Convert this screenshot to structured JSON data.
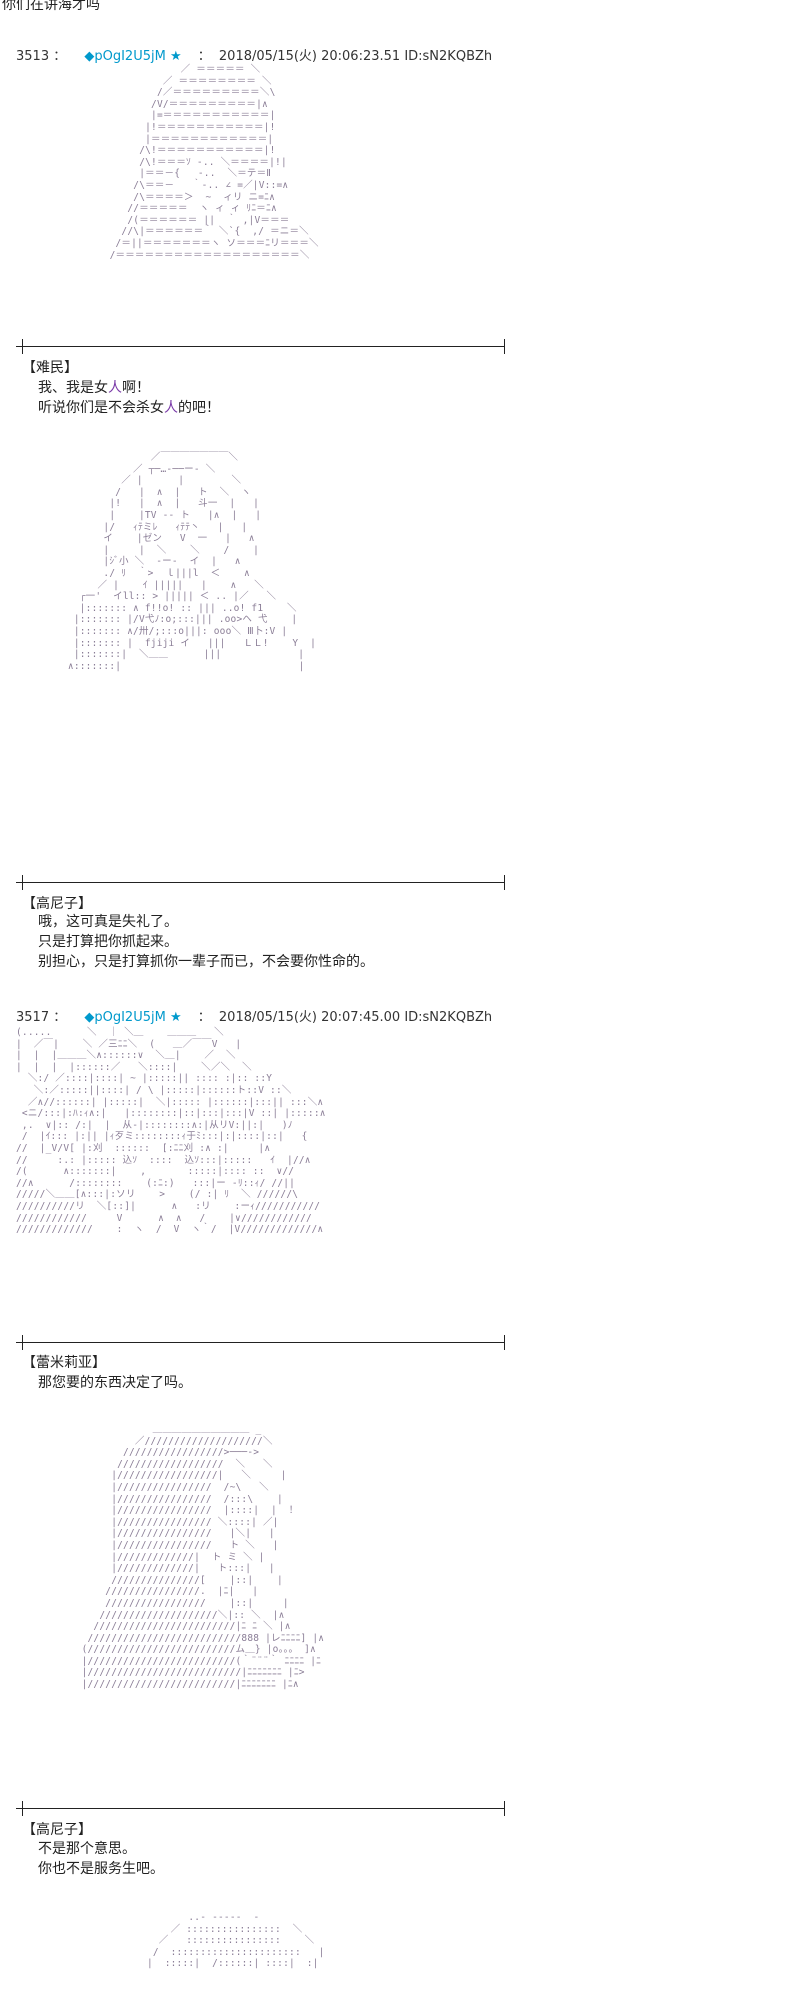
{
  "top_line": "你们在讲海才吗",
  "posts": [
    {
      "number": "3513 ：",
      "trip": "◆pOgI2U5jM",
      "star": "★",
      "colon": "：",
      "datetime": "2018/05/15(火) 20:06:23.51",
      "id": "ID:sN2KQBZh"
    },
    {
      "number": "3517 ：",
      "trip": "◆pOgI2U5jM",
      "star": "★",
      "colon": "：",
      "datetime": "2018/05/15(火) 20:07:45.00",
      "id": "ID:sN2KQBZh"
    }
  ],
  "dialogues": [
    {
      "speaker": "【难民】",
      "lines": [
        {
          "pre": "我、我是女",
          "hl": "人",
          "post": "啊！"
        },
        {
          "pre": "听说你们是不会杀女",
          "hl": "人",
          "post": "的吧！"
        }
      ]
    },
    {
      "speaker": "【高尼子】",
      "lines": [
        {
          "pre": "哦，这可真是失礼了。",
          "hl": "",
          "post": ""
        },
        {
          "pre": "只是打算把你抓起来。",
          "hl": "",
          "post": ""
        },
        {
          "pre": "别担心，只是打算抓你一辈子而已，不会要你性命的。",
          "hl": "",
          "post": ""
        }
      ]
    },
    {
      "speaker": "【蕾米莉亚】",
      "lines": [
        {
          "pre": "那您要的东西决定了吗。",
          "hl": "",
          "post": ""
        }
      ]
    },
    {
      "speaker": "【高尼子】",
      "lines": [
        {
          "pre": "不是那个意思。",
          "hl": "",
          "post": ""
        },
        {
          "pre": "你也不是服务生吧。",
          "hl": "",
          "post": ""
        }
      ]
    }
  ],
  "art_blocks": [
    "                 ／ ＝＝＝＝＝ ＼\n              ／ ＝＝＝＝＝＝＝＝ ＼\n             /／＝＝＝＝＝＝＝＝＝＼\\\n            /V/＝＝＝＝＝＝＝＝＝|∧\n            |=＝＝＝＝＝＝＝＝＝＝＝|\n           |!＝＝＝＝＝＝＝＝＝＝＝|!\n           |＝＝＝＝＝＝＝＝＝＝＝＝|\n          /\\!＝＝＝＝＝＝＝＝＝＝＝|!\n          /\\!＝＝＝ｿ ‐.. ＼＝＝＝＝|!|\n          |＝＝－{   ‐..  ＼＝テ＝Ⅱ\n         /\\＝＝－   ｀-.. ∠ =／|V::=∧\n         /\\＝＝＝＝＞  ~  ィリ ニ=ﾆ∧\n        //＝＝＝＝＝  ヽ ィ ィ ﾘﾆ＝ﾆ∧\n        /(＝＝＝＝＝＝ ||  ｀ ,|V＝＝＝\n       //\\|＝＝＝＝＝＝｀ ＼`{  ,/ ＝ニ＝＼\n      /＝||＝＝＝＝＝＝＝ヽ ソ＝＝＝ﾆリ＝＝＝＼\n     /＝＝＝＝＝＝＝＝＝＝＝＝＝＝＝＝＝＝＝＼",
    "               ／￣￣￣￣￣￣￣＼\n            ／ ┬─…‐──ー- ＼\n          ／ |      |        ＼\n         /   |  ∧  |   ト  ＼  ヽ\n        |!   |  ∧  |   斗一  |   |\n        |    |TV ‐‐ ト   |∧  |   |\n       |/   ｨﾃミﾚ   ｨﾃﾃ丶   |   |\n       イ    |ゼン   V  一   |   ∧\n       |     |  ＼    ＼    /    |\n       |ｼﾞ小 ＼  ‐ー‐  イ  |   ∧\n       ./ ﾘ  ｀>  ｌ|||l  ＜    ∧\n      ／ |    ｲ |||||   |    ∧   ＼\n   ┌一'  イll:: > ||||| ＜ .. |／   ＼\n   |::::::: ∧ f!!o! :: ||| ..o! f1    ＼\n  |::::::: |/V弋ﾉ:o;:::||| .oo>ヘ 弋    |\n  |::::::: ∧/卅/;:::o|||: ooo＼ Ⅲ卜:V |\n  |::::::: |  fjiji イ   |||   ＬＬ!    Y  |\n  |:::::::|  ＼＿＿      |||             |\n ∧:::::::|                              |",
    "(.....      ＼  ｜ ＼＿    ＿＿＿   ＼\n|  ／￣|    ＼ ／三ﾆﾆ＼  (   ＿／￣￣V   |\n|  |  |＿＿＿＼∧::::::∨  ＼＿|    ／  ＼\n|  |  |  |::::::／   ＼::::|    ＼／＼  ＼\n  ＼:/ ／::::|::::| ~ |:::::|| :::: :|:: ::Y\n   ＼:／:::::||::::| / \\ |:::::|::::::ト::V ::＼\n  ／∧//::::::| |:::::|  ＼|::::: |::::::|:::|| :::＼∧\n <ニ/:::|:ﾊ:ｨ∧:|   |::::::::|::|:::|:::|V ::| |:::::∧\n ,.  ∨|:: /:|  |  从-|::::::::∧:|从リV:||:|   )ﾉ\n /  |ｲ::: |:|| |ｨ歹ミ::::::::ｨ于ﾐ:::|:|::::|::|   {   \n//  |_V/V[ |:刈  ::::::  [:ﾆﾆ刈 :∧ :|     |∧\n//     :.: |::::: 込ｿ  ::::  込ｿ:::|:::::   ｲ  |//∧\n/(      ∧:::::::|    ,       :::::|:::: ::  ∨//\n//∧      /::::::::    (:ﾆ:)   :::|ー -ﾘ::ｨ/ //||\n/////＼＿＿[∧:::|:ソリ    >    (/ :| ﾘ  ＼ //////\\\n//////////リ  ＼[::]|      ∧   :リ    :ーｨ///////////\n////////////     V      ∧  ∧   /    |∨////////////\n/////////////    :  ヽ  /  V  ヽ｀/  |V/////////////∧",
    "                 ＿＿＿＿＿＿＿＿＿＿ _\n              ／////////////////////＼\n            /////////////////>───‐>\n           //////////////////  ＼   ＼\n          |/////////////////|   ＼     |\n          |////////////////  /~\\   ＼\n          |////////////////  /:::\\    |\n          |////////////////  |::::|  |  ！\n          |//////////////// ＼::::| ／|\n          |////////////////   |＼|   |\n          |////////////////   ト ＼   |\n          |/////////////|  ト ミ ＼ |\n          |/////////////|   ト:::|   |\n          ///////////////[    |::|    |\n         ////////////////.  |ﾆ|   |\n         /////////////////    |::|     |\n        ////////////////////＼|:: ＼  |∧\n       ////////////////////////|ﾆ ﾆ ＼ |∧\n      //////////////////////////888 |レﾆﾆﾆﾆ] |∧\n     (/////////////////////////ム＿} |o。。。 ]∧\n     |/////////////////////////(｀¨¨¨｀ ﾆﾆﾆﾆ |ﾆ\n     |//////////////////////////|ﾆﾆﾆﾆﾆﾆﾆ |ﾆ>\n     |/////////////////////////|ﾆﾆﾆﾆﾆﾆﾆ |ﾆ∧",
    "                    ..- -----  -\n                 ／ ::::::::::::::::  ＼\n               ／   ::::::::::::::::    ＼\n              /  ::::::::::::::::::::::   |\n             |  :::::|  /::::::| ::::|  :|"
  ]
}
